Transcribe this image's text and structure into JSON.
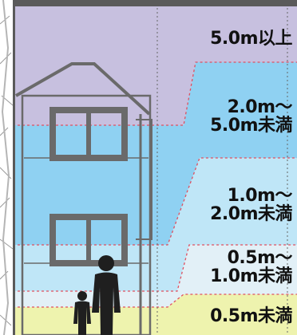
{
  "colors": {
    "frame": "#5a5a5a",
    "zone_5m_plus": "#c7c0df",
    "zone_2_to_5m": "#8fd1f2",
    "zone_1_to_2m": "#bfe6f7",
    "zone_05_to_1m": "#e2f0f7",
    "zone_under_05m": "#eef3ae",
    "building": "#6a6a6a",
    "figure": "#1f1f1f",
    "divider": "#e05060"
  },
  "legend": {
    "zone1": {
      "line1": "5.0m以上"
    },
    "zone2": {
      "line1": "2.0m～",
      "line2": "5.0m未満"
    },
    "zone3": {
      "line1": "1.0m～",
      "line2": "2.0m未満"
    },
    "zone4": {
      "line1": "0.5m～",
      "line2": "1.0m未満"
    },
    "zone5": {
      "line1": "0.5m未満"
    }
  },
  "icons": {
    "house": "house-outline-icon",
    "adult": "adult-figure-icon",
    "child": "child-figure-icon",
    "map": "street-map-background"
  }
}
